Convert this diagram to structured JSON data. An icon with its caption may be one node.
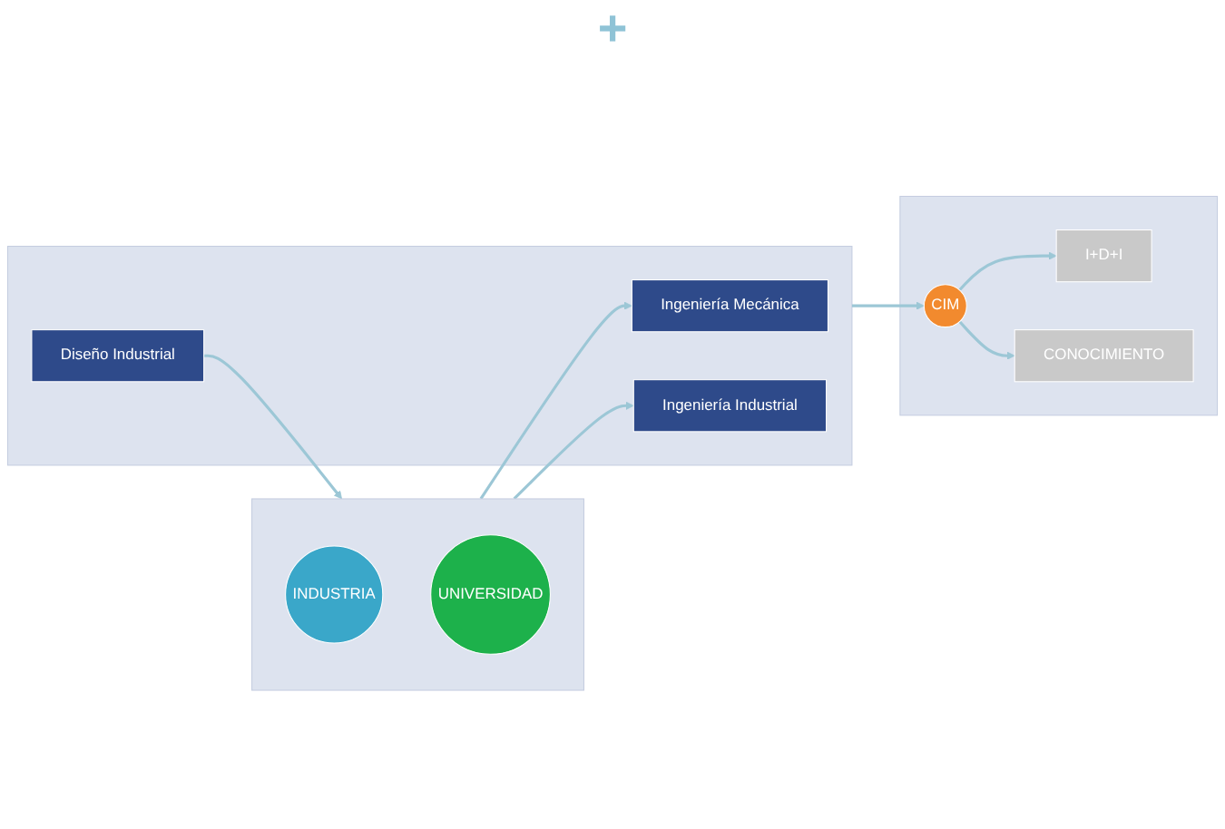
{
  "diagram": {
    "nodes": [
      {
        "text": [],
        "shape": "box"
      },
      {
        "text": [
          "INDUSTRIA"
        ],
        "in": 0
      },
      {
        "text": [
          "UNIVERSIDAD"
        ],
        "in": 0
      },
      {
        "text": [],
        "shape": "box"
      },
      {
        "text": [
          "Ingeniería Mecánica"
        ],
        "in": 3
      },
      {
        "text": [
          "Ingeniería Industrial"
        ],
        "in": 3
      },
      {
        "text": [
          "Diseño Industrial"
        ],
        "in": 3
      },
      {
        "text": [],
        "shape": "box"
      },
      {
        "text": [
          "I+D+I"
        ],
        "in": 7
      },
      {
        "text": [
          "CIM"
        ],
        "in": 7
      },
      {
        "text": [
          "CONOCIMIENTO"
        ],
        "in": 7
      }
    ],
    "edges": [
      {
        "from": 0,
        "to": 4,
        "arrow": "to"
      },
      {
        "from": 0,
        "to": 5,
        "arrow": "to"
      },
      {
        "from": 6,
        "to": 0,
        "arrow": "to"
      },
      {
        "from": 3,
        "to": 9,
        "arrow": "to"
      },
      {
        "from": 9,
        "to": 8,
        "arrow": "to"
      },
      {
        "from": 9,
        "to": 10,
        "arrow": "to"
      }
    ],
    "labels": [
      "+"
    ]
  }
}
